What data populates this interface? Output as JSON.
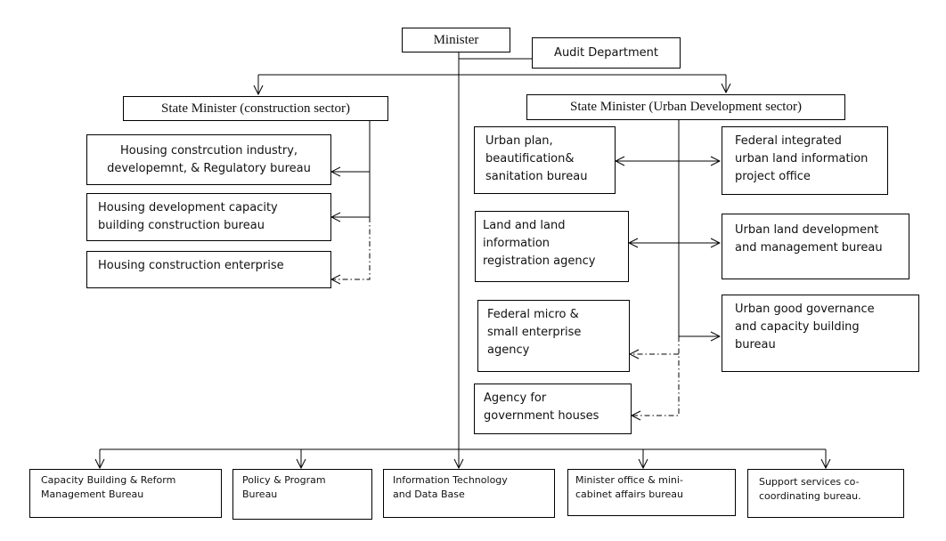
{
  "nodes": {
    "minister": "Minister",
    "audit": "Audit Department",
    "state_construction": "State Minister (construction sector)",
    "state_urban": "State Minister (Urban Development sector)",
    "housing_industry": "Housing constrcution industry,\ndevelopemnt, & Regulatory bureau",
    "housing_capacity": "Housing development capacity\nbuilding construction bureau",
    "housing_enterprise": "Housing construction enterprise",
    "urban_plan": "Urban plan,\nbeautification&\nsanitation bureau",
    "federal_land_info": "Federal integrated\nurban land information\nproject office",
    "land_registration": "Land and land\ninformation\nregistration agency",
    "urban_land_dev": "Urban land development\nand management bureau",
    "federal_micro": "Federal micro &\nsmall enterprise\nagency",
    "urban_governance": "Urban good governance\nand capacity building\nbureau",
    "gov_houses": "Agency for\ngovernment houses",
    "capacity_reform": "Capacity Building & Reform\nManagement Bureau",
    "policy_program": "Policy & Program\nBureau",
    "it_database": "Information Technology\nand Data Base",
    "minister_office": "Minister office & mini-\ncabinet affairs bureau",
    "support_services": "Support services co-\ncoordinating bureau."
  }
}
